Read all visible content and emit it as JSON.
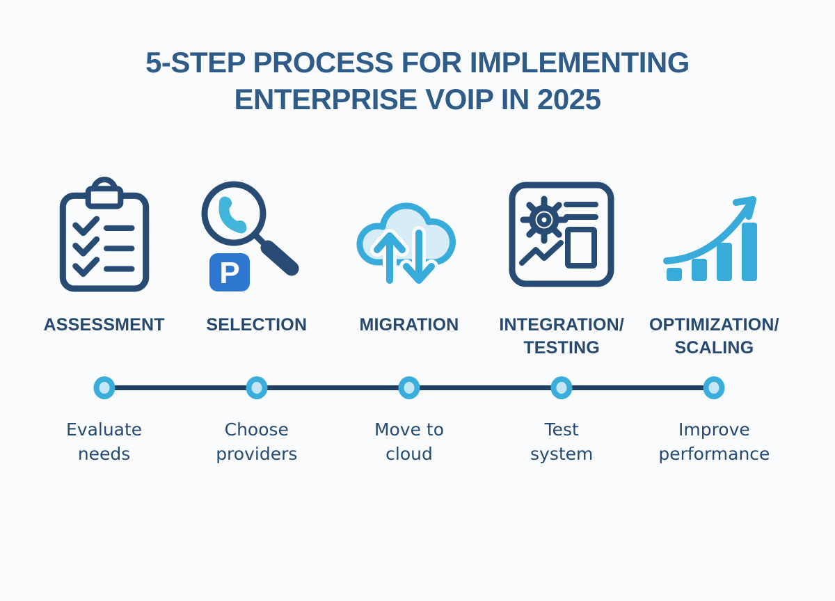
{
  "title": "5-STEP PROCESS FOR IMPLEMENTING\nENTERPRISE VOIP IN 2025",
  "steps": [
    {
      "label": "ASSESSMENT",
      "description": "Evaluate\nneeds",
      "icon": "clipboard-checklist-icon"
    },
    {
      "label": "SELECTION",
      "description": "Choose\nproviders",
      "icon": "magnifier-phone-icon",
      "badge_letter": "P"
    },
    {
      "label": "MIGRATION",
      "description": "Move to\ncloud",
      "icon": "cloud-transfer-icon"
    },
    {
      "label": "INTEGRATION/\nTESTING",
      "description": "Test\nsystem",
      "icon": "settings-document-icon"
    },
    {
      "label": "OPTIMIZATION/\nSCALING",
      "description": "Improve\nperformance",
      "icon": "growth-chart-icon"
    }
  ],
  "timeline": {
    "node_count": 5
  },
  "colors": {
    "background": "#fafbfc",
    "title_navy": "#2e5b88",
    "label_navy": "#27496f",
    "icon_navy": "#274b73",
    "cyan": "#38abda",
    "light_cyan_fill": "#d6edf8",
    "badge_blue": "#2e77d0",
    "timeline_line_navy": "#1f3e63",
    "node_inner_fill": "#c5e7f5"
  }
}
